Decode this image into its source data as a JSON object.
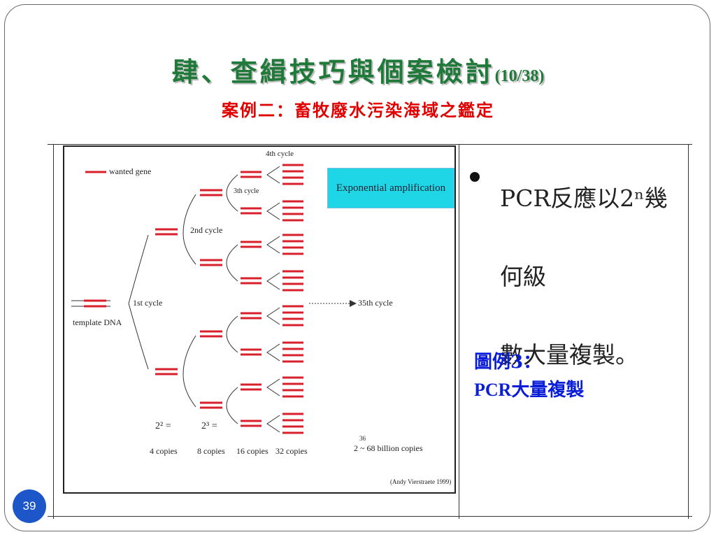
{
  "slide": {
    "title": "肆、查緝技巧與個案檢討",
    "title_counter": "(10/38)",
    "subtitle": "案例二：畜牧廢水污染海域之鑑定",
    "page_number": "39"
  },
  "diagram": {
    "legend_label": "wanted gene",
    "template_label": "template DNA",
    "cycle_labels": [
      "1st cycle",
      "2nd cycle",
      "3th cycle",
      "4th cycle"
    ],
    "callout": "Exponential amplification",
    "far_cycle_label": "35th cycle",
    "copy_formulas": [
      "2² =",
      "2³ ="
    ],
    "copy_counts": [
      "4 copies",
      "8 copies",
      "16 copies",
      "32 copies"
    ],
    "final_formula_exp": "36",
    "final_formula": "2   ~ 68 billion copies",
    "citation": "(Andy Vierstraete 1999)",
    "colors": {
      "gene": "#d8202c",
      "strand": "#333333",
      "callout_bg": "#1ed6e6"
    }
  },
  "text_panel": {
    "bullet_line1": "PCR反應以2ⁿ幾何級",
    "bullet_line2": "數大量複製。",
    "legend_label": "圖例3：",
    "legend_caption": "PCR大量複製"
  }
}
